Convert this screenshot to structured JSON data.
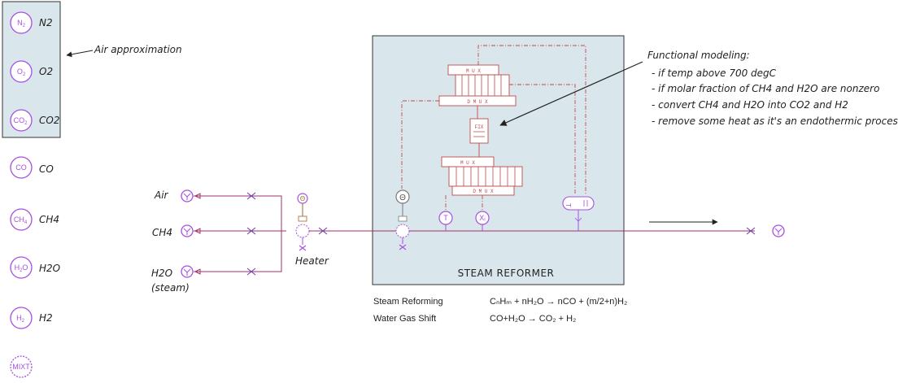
{
  "species": [
    {
      "symbol": "N",
      "sub": "2",
      "label": "N2"
    },
    {
      "symbol": "O",
      "sub": "2",
      "label": "O2"
    },
    {
      "symbol": "CO",
      "sub": "2",
      "label": "CO2"
    },
    {
      "symbol": "CO",
      "sub": "",
      "label": "CO"
    },
    {
      "symbol": "CH",
      "sub": "4",
      "label": "CH4"
    },
    {
      "symbol": "H",
      "sub": "2",
      "sym2": "O",
      "label": "H2O"
    },
    {
      "symbol": "H",
      "sub": "2",
      "label": "H2"
    },
    {
      "symbol": "MIXT",
      "sub": "",
      "label": ""
    }
  ],
  "air_note": "Air approximation",
  "inlets": {
    "air": "Air",
    "ch4": "CH4",
    "h2o": "H2O",
    "h2o_sub": "(steam)"
  },
  "heater_label": "Heater",
  "reformer_title": "STEAM REFORMER",
  "sensors": {
    "theta": "Θ",
    "temp": "T",
    "frac": "Xᵢ"
  },
  "blocks": {
    "mux": "M U X",
    "demux": "D M U X",
    "fix": "FIX",
    "tank_t": "T"
  },
  "functional_note": {
    "heading": "Functional modeling:",
    "items": [
      "- if temp above 700 degC",
      "- if molar fraction of CH4 and H2O are nonzero",
      "- convert CH4 and H2O into CO2 and H2",
      "- remove some heat as it's an endothermic process"
    ]
  },
  "reactions": [
    {
      "name": "Steam Reforming",
      "eq": "CₙHₘ + nH₂O → nCO + (m/2+n)H₂"
    },
    {
      "name": "Water Gas Shift",
      "eq": "CO+H₂O → CO₂ + H₂"
    }
  ],
  "colors": {
    "species": "#a64fe0",
    "pipe": "#a0306a",
    "box_fill": "#d9e7ec",
    "signal": "#c04a4a"
  }
}
